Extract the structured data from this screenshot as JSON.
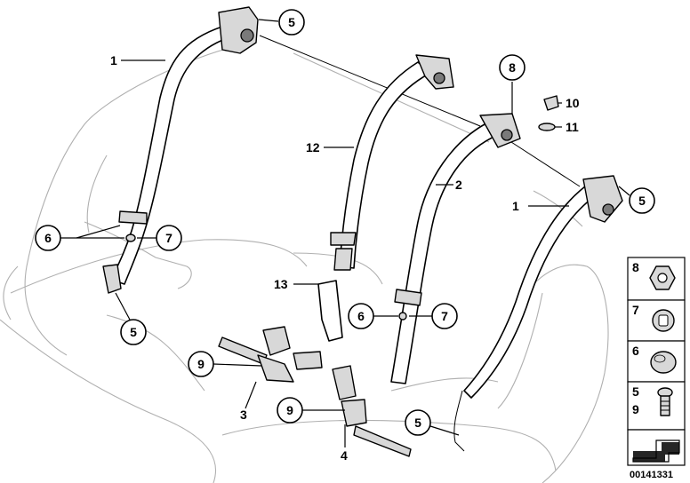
{
  "callouts": {
    "c1_left": "1",
    "c1_right": "1",
    "c2": "2",
    "c3": "3",
    "c4": "4",
    "c5_top": "5",
    "c5_bottom_left": "5",
    "c5_right": "5",
    "c5_bottom_mid": "5",
    "c6_left": "6",
    "c6_mid": "6",
    "c7_left": "7",
    "c7_mid": "7",
    "c8": "8",
    "c9_left": "9",
    "c9_mid": "9",
    "c10": "10",
    "c11": "11",
    "c12": "12",
    "c13": "13"
  },
  "parts_panel": {
    "rows": [
      {
        "label": "8",
        "icon": "hex-nut-icon"
      },
      {
        "label": "7",
        "icon": "clip-icon"
      },
      {
        "label": "6",
        "icon": "cap-icon"
      },
      {
        "label": "5\n9",
        "label_a": "5",
        "label_b": "9",
        "icon": "bolt-icon"
      }
    ]
  },
  "catalog_number": "00141331"
}
